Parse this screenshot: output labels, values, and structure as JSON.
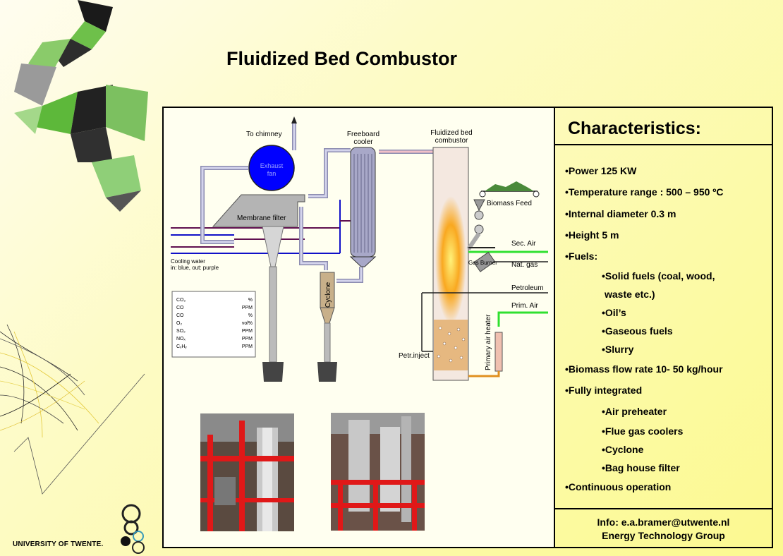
{
  "slide": {
    "title": "Fluidized Bed Combustor",
    "university": "UNIVERSITY OF TWENTE."
  },
  "diagram": {
    "to_chimney": "To chimney",
    "exhaust_fan": [
      "Exhaust",
      "fan"
    ],
    "membrane_filter": "Membrane filter",
    "freeboard_cooler": [
      "Freeboard",
      "cooler"
    ],
    "fluidized_bed": [
      "Fluidized bed",
      "combustor"
    ],
    "biomass_feed": "Biomass Feed",
    "cooling_water": [
      "Cooling water",
      "in: blue, out: purple"
    ],
    "cyclone": "Cyclone",
    "sec_air": "Sec. Air",
    "gas_burner": "Gas Burner",
    "nat_gas": "Nat. gas",
    "petroleum": "Petroleum",
    "prim_air": "Prim. Air",
    "primary_air_heater": "Primary air heater",
    "petr_inject": "Petr.inject",
    "gas_table": {
      "rows": [
        {
          "species": "CO₂",
          "unit": "%"
        },
        {
          "species": "CO",
          "unit": "PPM"
        },
        {
          "species": "CO",
          "unit": "%"
        },
        {
          "species": "O₂",
          "unit": "vol%"
        },
        {
          "species": "SO₂",
          "unit": "PPM"
        },
        {
          "species": "NOₓ",
          "unit": "PPM"
        },
        {
          "species": "CₓHᵧ",
          "unit": "PPM"
        }
      ]
    },
    "colors": {
      "pipe": "#b8b8d8",
      "blue_line": "#1010c8",
      "purple_line": "#601050",
      "green_line": "#30e030",
      "fan": "#0000ff",
      "flame": "#f08a10"
    }
  },
  "characteristics": {
    "title": "Characteristics:",
    "items": [
      {
        "text": "•Power 125 KW",
        "sub": false
      },
      {
        "text": "•Temperature range : 500 – 950 ºC",
        "sub": false
      },
      {
        "text": "•Internal diameter 0.3 m",
        "sub": false
      },
      {
        "text": "•Height 5 m",
        "sub": false
      },
      {
        "text": "•Fuels:",
        "sub": false
      },
      {
        "text": "•Solid fuels (coal, wood,",
        "sub": true
      },
      {
        "text": "waste etc.)",
        "sub": true
      },
      {
        "text": "•Oil’s",
        "sub": true
      },
      {
        "text": "•Gaseous fuels",
        "sub": true
      },
      {
        "text": "•Slurry",
        "sub": true
      },
      {
        "text": "•Biomass flow rate 10- 50 kg/hour",
        "sub": false
      },
      {
        "text": "•Fully integrated",
        "sub": false
      },
      {
        "text": "•Air preheater",
        "sub": true
      },
      {
        "text": "•Flue gas coolers",
        "sub": true
      },
      {
        "text": "•Cyclone",
        "sub": true
      },
      {
        "text": "•Bag house filter",
        "sub": true
      },
      {
        "text": "•Continuous operation",
        "sub": false
      }
    ],
    "info_line1": "Info: e.a.bramer@utwente.nl",
    "info_line2": "Energy Technology Group"
  }
}
